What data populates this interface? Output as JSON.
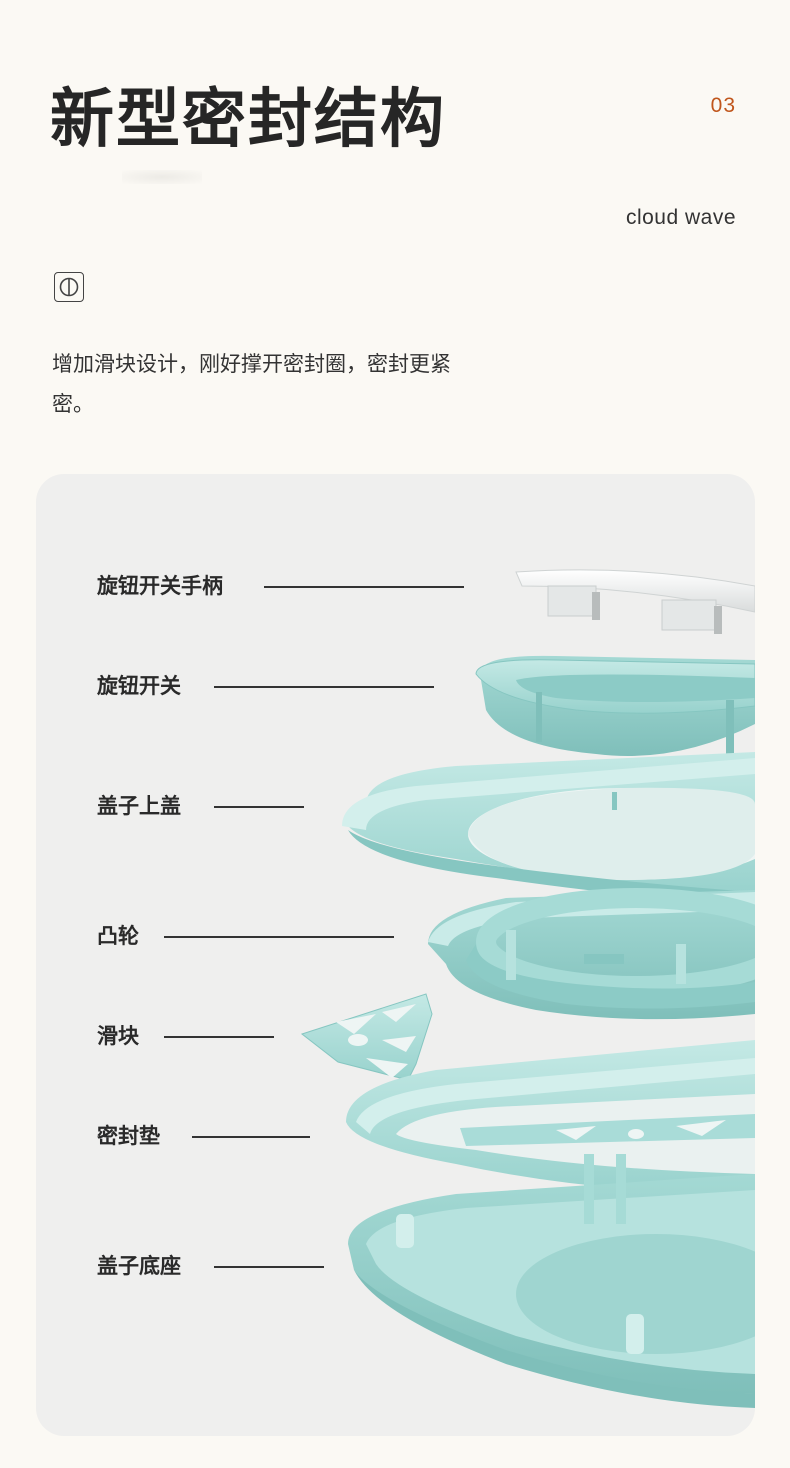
{
  "header": {
    "title": "新型密封结构",
    "page_number": "03",
    "brand": "cloud wave"
  },
  "badge": {
    "icon": "circle-slash-icon"
  },
  "description": "增加滑块设计，刚好撑开密封圈，密封更紧密。",
  "parts": [
    {
      "label": "旋钮开关手柄"
    },
    {
      "label": "旋钮开关"
    },
    {
      "label": "盖子上盖"
    },
    {
      "label": "凸轮"
    },
    {
      "label": "滑块"
    },
    {
      "label": "密封垫"
    },
    {
      "label": "盖子底座"
    }
  ],
  "colors": {
    "background": "#fbf9f4",
    "panel": "#efefee",
    "part": "#a9dcd8",
    "part_dark": "#86c6c1",
    "part_light": "#c9ebe8",
    "accent": "#c0561c"
  }
}
